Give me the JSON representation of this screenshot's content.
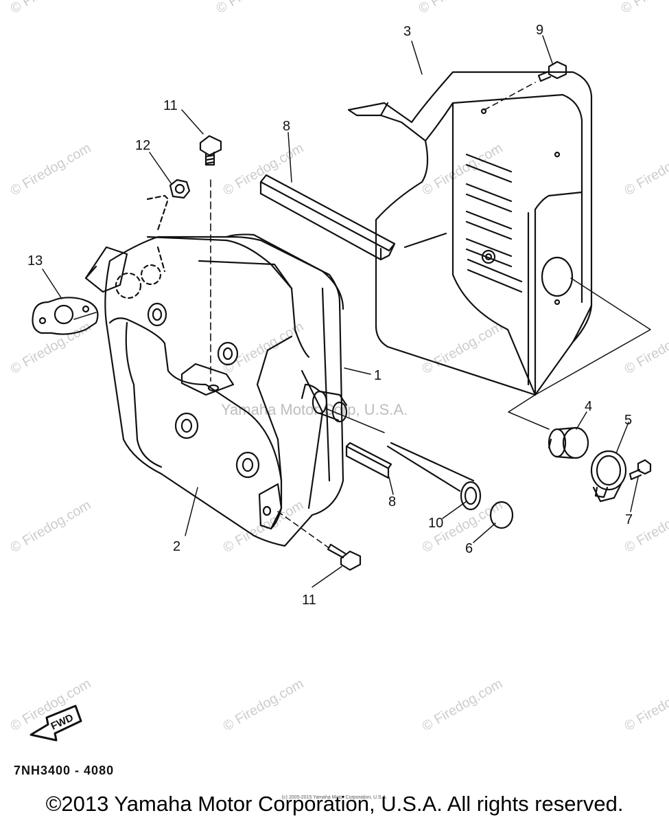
{
  "diagram": {
    "part_numbers": {
      "p1": "1",
      "p2": "2",
      "p3": "3",
      "p4": "4",
      "p5": "5",
      "p6": "6",
      "p7": "7",
      "p8a": "8",
      "p8b": "8",
      "p9": "9",
      "p10": "10",
      "p11a": "11",
      "p11b": "11",
      "p12": "12",
      "p13": "13"
    },
    "fwd_label": "FWD",
    "watermark": "© Firedog.com",
    "center_watermark": "Yamaha Motor Corp, U.S.A."
  },
  "footer": {
    "reference_code": "7NH3400 - 4080",
    "small_notice": "(c) 2005-2015 Yamaha Motor Corporation, U.S.A.",
    "copyright": "©2013 Yamaha Motor Corporation, U.S.A. All rights reserved."
  }
}
